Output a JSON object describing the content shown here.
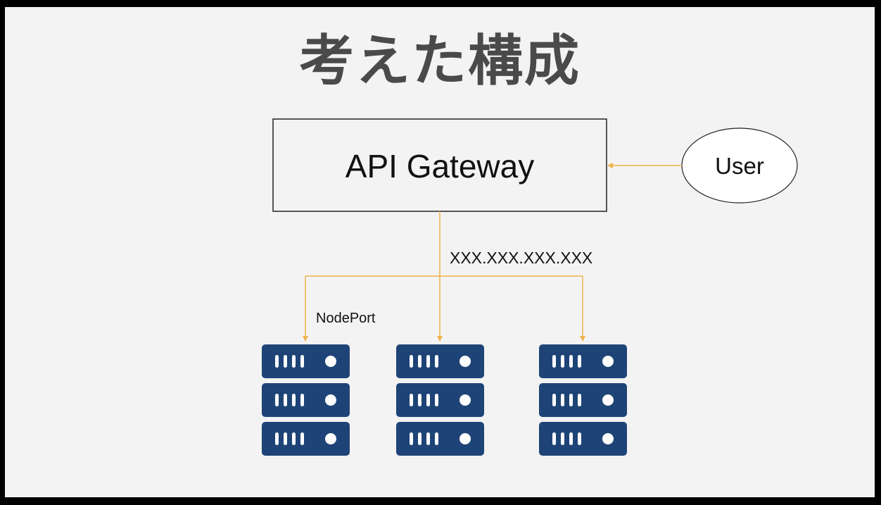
{
  "slide": {
    "title": "考えた構成"
  },
  "diagram": {
    "gateway_label": "API Gateway",
    "user_label": "User",
    "ip_label": "XXX.XXX.XXX.XXX",
    "nodeport_label": "NodePort",
    "arrow_color": "#f0b34a",
    "server_color": "#1e4477",
    "server_groups": [
      {
        "name": "server-group-left",
        "units": 3
      },
      {
        "name": "server-group-center",
        "units": 3
      },
      {
        "name": "server-group-right",
        "units": 3
      }
    ]
  }
}
